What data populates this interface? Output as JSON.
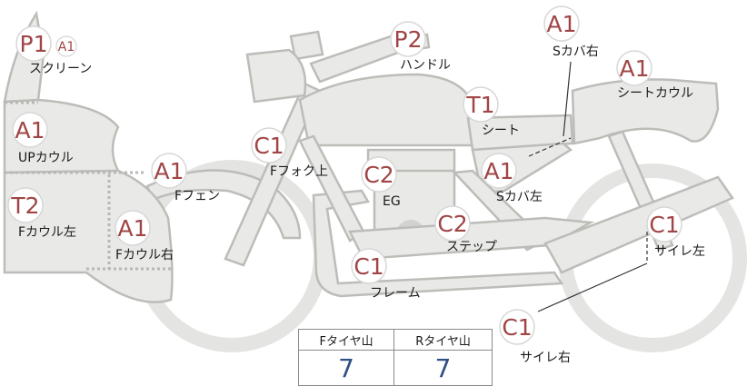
{
  "parts": [
    {
      "id": "screen",
      "grade": "P1",
      "sub_grade": "A1",
      "label": "スクリーン"
    },
    {
      "id": "up_cowl",
      "grade": "A1",
      "label": "UPカウル"
    },
    {
      "id": "f_cowl_l",
      "grade": "T2",
      "label": "Fカウル左"
    },
    {
      "id": "f_cowl_r",
      "grade": "A1",
      "label": "Fカウル右"
    },
    {
      "id": "f_fender",
      "grade": "A1",
      "label": "Fフェン"
    },
    {
      "id": "f_fork",
      "grade": "C1",
      "label": "Fフォク上"
    },
    {
      "id": "handle",
      "grade": "P2",
      "label": "ハンドル"
    },
    {
      "id": "engine",
      "grade": "C2",
      "label": "EG"
    },
    {
      "id": "seat",
      "grade": "T1",
      "label": "シート"
    },
    {
      "id": "s_cover_r",
      "grade": "A1",
      "label": "Sカバ右"
    },
    {
      "id": "seat_cowl",
      "grade": "A1",
      "label": "シートカウル"
    },
    {
      "id": "s_cover_l",
      "grade": "A1",
      "label": "Sカバ左"
    },
    {
      "id": "step",
      "grade": "C2",
      "label": "ステップ"
    },
    {
      "id": "frame",
      "grade": "C1",
      "label": "フレーム"
    },
    {
      "id": "muffler_l",
      "grade": "C1",
      "label": "サイレ左"
    },
    {
      "id": "muffler_r",
      "grade": "C1",
      "label": "サイレ右"
    }
  ],
  "tire_table": {
    "front_header": "Fタイヤ山",
    "rear_header": "Rタイヤ山",
    "front_value": "7",
    "rear_value": "7"
  },
  "colors": {
    "body_fill": "#e9e9e7",
    "body_stroke": "#bcbcb8",
    "badge_text": "#a04545",
    "badge_ring": "#d7d7d7",
    "value_text": "#2f4f86"
  }
}
